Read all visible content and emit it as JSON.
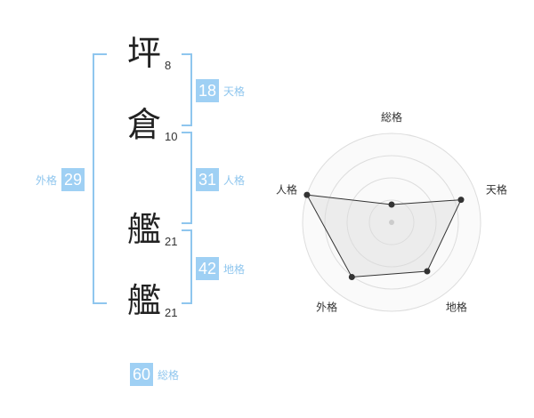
{
  "name": {
    "chars": [
      {
        "char": "坪",
        "strokes": "8"
      },
      {
        "char": "倉",
        "strokes": "10"
      },
      {
        "char": "艦",
        "strokes": "21"
      },
      {
        "char": "艦",
        "strokes": "21"
      }
    ]
  },
  "scores": {
    "tenkaku": {
      "value": "18",
      "label": "天格"
    },
    "jinkaku": {
      "value": "31",
      "label": "人格"
    },
    "chikaku": {
      "value": "42",
      "label": "地格"
    },
    "gaikaku": {
      "value": "29",
      "label": "外格"
    },
    "soukaku": {
      "value": "60",
      "label": "総格"
    }
  },
  "radar": {
    "axes": [
      "総格",
      "天格",
      "地格",
      "外格",
      "人格"
    ],
    "levels": 4,
    "values": [
      0.2,
      0.82,
      0.68,
      0.76,
      1.0
    ]
  }
}
